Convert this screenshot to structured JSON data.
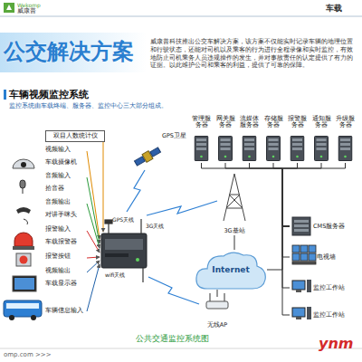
{
  "diagram": {
    "title": "公交解决方案",
    "caption": "公共交通监控系统图",
    "nodes": [
      {
        "text": [
          "双目人数统计仪"
        ]
      },
      {
        "text": [
          "管理服务器"
        ]
      },
      {
        "text": [
          "网关服务器"
        ]
      },
      {
        "text": [
          "流媒体服务器"
        ]
      },
      {
        "text": [
          "存储服务器"
        ]
      },
      {
        "text": [
          "报警服务器"
        ]
      },
      {
        "text": [
          "通知服务器"
        ]
      },
      {
        "text": [
          "升级服务器"
        ]
      },
      {
        "text": [
          "GPS卫星"
        ]
      },
      {
        "text": [
          "3G基站"
        ]
      },
      {
        "text": [
          "Internet"
        ]
      },
      {
        "text": [
          "无线AP"
        ]
      },
      {
        "text": [
          "CMS服务器"
        ]
      },
      {
        "text": [
          "电视墙"
        ]
      },
      {
        "text": [
          "监控工作站"
        ]
      },
      {
        "text": [
          "监控工作站"
        ]
      }
    ],
    "edges": [
      {
        "from": 1,
        "to": 12,
        "arrow": "none"
      },
      {
        "from": 2,
        "to": 12,
        "arrow": "none"
      },
      {
        "from": 3,
        "to": 12,
        "arrow": "none"
      },
      {
        "from": 4,
        "to": 12,
        "arrow": "none"
      },
      {
        "from": 5,
        "to": 12,
        "arrow": "none"
      },
      {
        "from": 6,
        "to": 12,
        "arrow": "none"
      },
      {
        "from": 7,
        "to": 12,
        "arrow": "none"
      },
      {
        "from": 9,
        "to": 10,
        "arrow": "none"
      },
      {
        "from": 11,
        "to": 10,
        "arrow": "none"
      },
      {
        "from": 10,
        "to": 12,
        "arrow": "none"
      },
      {
        "from": 12,
        "to": 13,
        "arrow": "none"
      },
      {
        "from": 12,
        "to": 14,
        "arrow": "none"
      },
      {
        "from": 12,
        "to": 15,
        "arrow": "none"
      }
    ],
    "labels": [
      "Wekomp",
      "威康普",
      "车载",
      "威康普科技推出公交车解决方案，该方案不仅能实时记录车辆的地理位置和行驶状态，还能对司机以及乘客的行为进行全程录像和实时监控，有效地防止司机乘务人员违规操作的发生，并对事故责任的认定提供了有力的证据。以此维护公司和乘客的利益，提供了可靠的保障。",
      "车辆视频监控系统",
      "监控系统由车载终端、服务器、监控中心三大部分组成。",
      "视频输入",
      "车载摄像机",
      "音频输入",
      "拾音器",
      "音频输出",
      "对讲手咪头",
      "报警输入",
      "车载报警器",
      "报警按钮",
      "视频输出",
      "车载显示器",
      "车辆信息输入",
      "GPS天线",
      "3G天线",
      "wifi天线",
      "omp.com >>>",
      "ynm"
    ]
  }
}
